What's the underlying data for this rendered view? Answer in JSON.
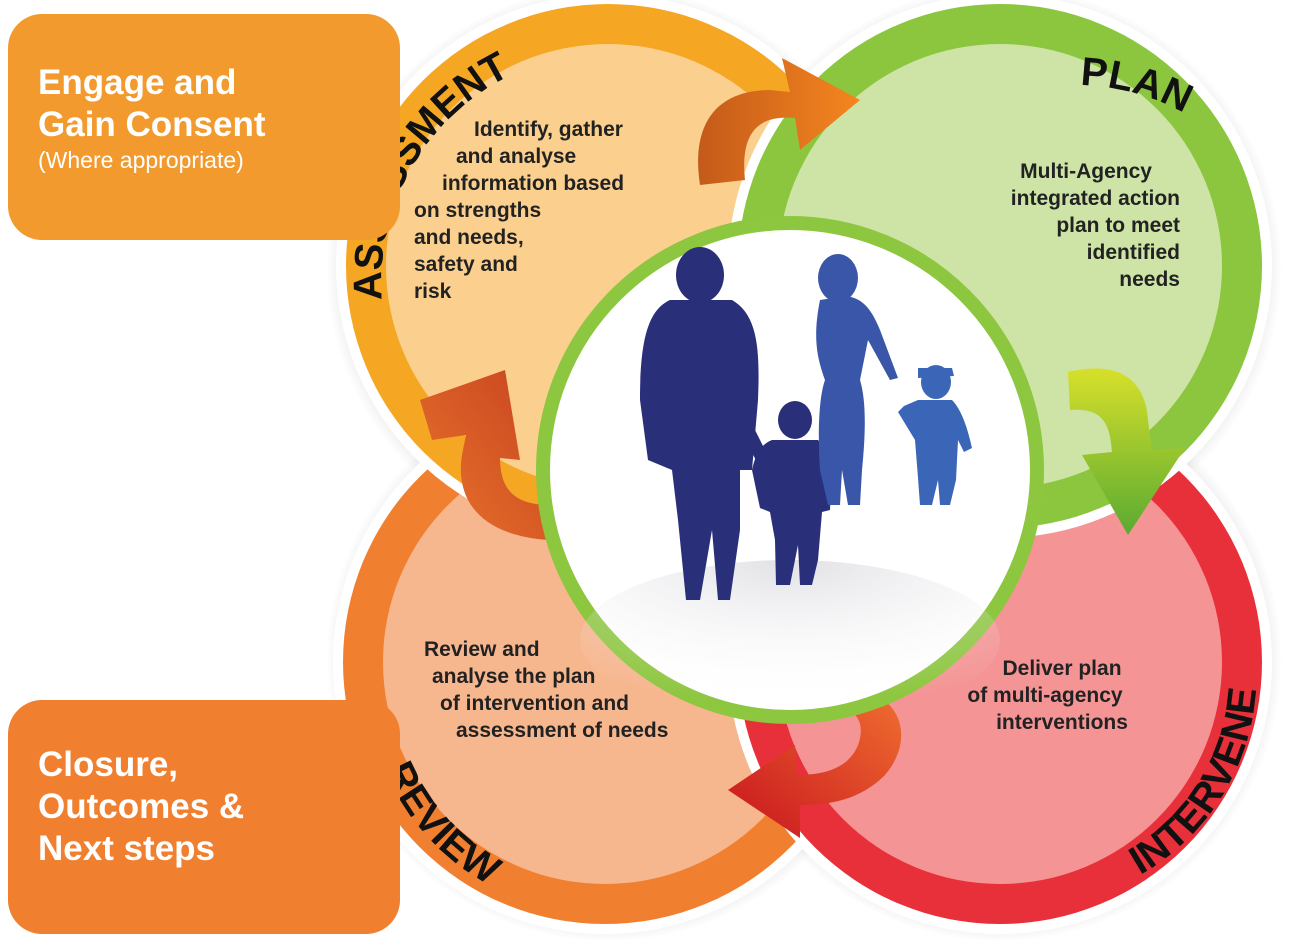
{
  "boxes": {
    "engage": {
      "line1": "Engage and",
      "line2": "Gain Consent",
      "note": "(Where appropriate)"
    },
    "closure": {
      "line1": "Closure,",
      "line2": "Outcomes &",
      "line3": "Next steps"
    }
  },
  "stages": {
    "assessment": {
      "label": "ASSESSMENT",
      "desc": [
        "Identify, gather",
        "and analyse",
        "information based",
        "on strengths",
        "and needs,",
        "safety and",
        "risk"
      ]
    },
    "plan": {
      "label": "PLAN",
      "desc": [
        "Multi-Agency",
        "integrated action",
        "plan to meet",
        "identified",
        "needs"
      ]
    },
    "intervene": {
      "label": "INTERVENE",
      "desc": [
        "Deliver plan",
        "of multi-agency",
        "interventions"
      ]
    },
    "review": {
      "label": "REVIEW",
      "desc": [
        "Review and",
        "analyse the plan",
        "of intervention and",
        "assessment of needs"
      ]
    }
  },
  "colors": {
    "assessment": "#f5a623",
    "plan": "#8cc63f",
    "intervene": "#e8303a",
    "review": "#f08030",
    "box": "#f39a2e",
    "center_ring": "#8dc63f",
    "silhouette": "#2a2f7a"
  },
  "icons": [
    "family-silhouette-icon",
    "cycle-arrow-icon"
  ]
}
